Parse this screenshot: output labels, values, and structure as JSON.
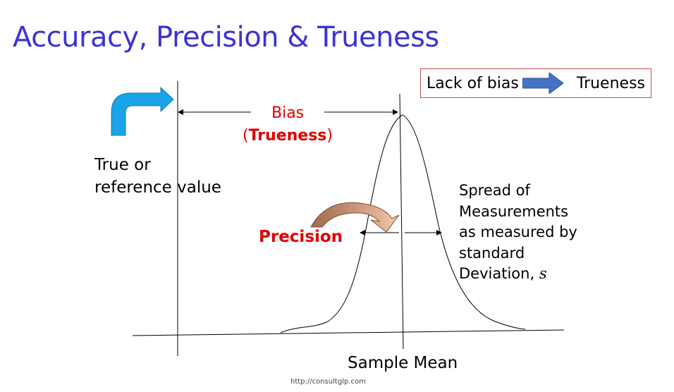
{
  "title": "Accuracy, Precision & Trueness",
  "legend": {
    "left": "Lack of bias",
    "right": "Trueness",
    "arrow_icon": "right-arrow-icon",
    "arrow_color": "#4472c4",
    "border_color": "#c0504d"
  },
  "labels": {
    "bias": "Bias",
    "trueness_open": "(",
    "trueness": "Trueness",
    "trueness_close": ")",
    "true_ref_line1": "True or",
    "true_ref_line2": "reference value",
    "precision": "Precision",
    "spread_line1": "Spread of",
    "spread_line2": "Measurements",
    "spread_line3": "as measured by",
    "spread_line4": "standard",
    "spread_line5": "Deviation,",
    "spread_symbol": "s",
    "sample_mean": "Sample Mean",
    "url": "http://consultglp.com"
  },
  "colors": {
    "title": "#3b33d6",
    "emphasis": "#e00000",
    "bent_arrow_blue": "#1aa3e8",
    "curved_arrow_brown": "#a87a5e",
    "curved_arrow_tan": "#f3c3a5"
  }
}
